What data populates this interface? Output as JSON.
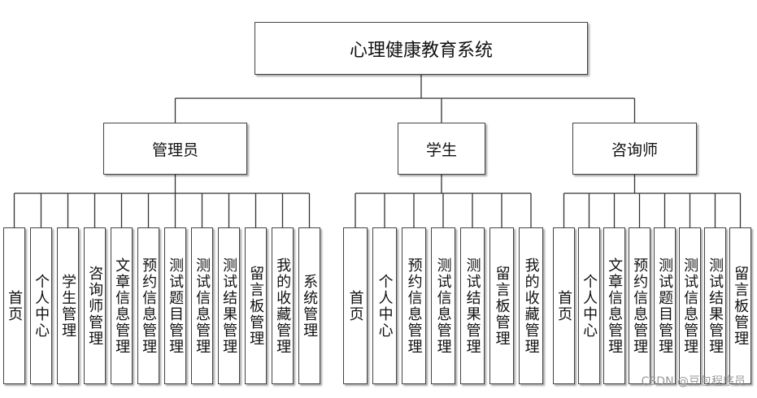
{
  "root": {
    "label": "心理健康教育系统"
  },
  "roles": [
    {
      "key": "admin",
      "label": "管理员",
      "modules": [
        "首页",
        "个人中心",
        "学生管理",
        "咨询师管理",
        "文章信息管理",
        "预约信息管理",
        "测试题目管理",
        "测试信息管理",
        "测试结果管理",
        "留言板管理",
        "我的收藏管理",
        "系统管理"
      ]
    },
    {
      "key": "student",
      "label": "学生",
      "modules": [
        "首页",
        "个人中心",
        "预约信息管理",
        "测试信息管理",
        "测试结果管理",
        "留言板管理",
        "我的收藏管理"
      ]
    },
    {
      "key": "counselor",
      "label": "咨询师",
      "modules": [
        "首页",
        "个人中心",
        "文章信息管理",
        "预约信息管理",
        "测试题目管理",
        "测试信息管理",
        "测试结果管理",
        "留言板管理"
      ]
    }
  ],
  "watermark": "CSDN @豆包程序员"
}
